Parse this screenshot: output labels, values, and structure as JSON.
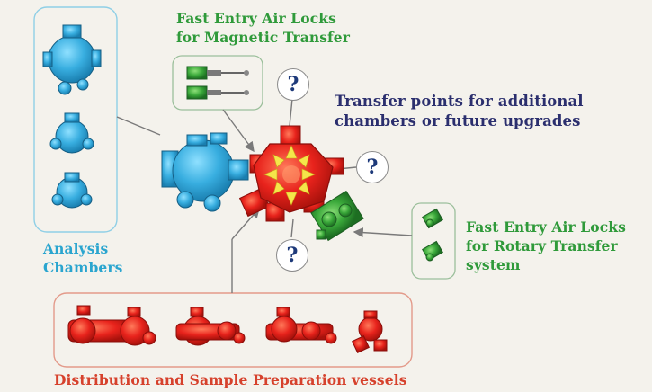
{
  "labels": {
    "fast_entry_magnetic_line1": "Fast Entry Air Locks",
    "fast_entry_magnetic_line2": "for Magnetic Transfer",
    "transfer_points_line1": "Transfer points for additional",
    "transfer_points_line2": "chambers or future upgrades",
    "fast_entry_rotary_line1": "Fast Entry Air Locks",
    "fast_entry_rotary_line2": "for Rotary Transfer",
    "fast_entry_rotary_line3": "system",
    "analysis_line1": "Analysis",
    "analysis_line2": "Chambers",
    "distribution": "Distribution and Sample Preparation vessels"
  },
  "question_marks": [
    "?",
    "?",
    "?"
  ],
  "colors": {
    "background": "#f4f2ec",
    "analysis_chambers": "#3aaee0",
    "central_hub": "#e8231c",
    "rotary_air_locks": "#3aa83a",
    "preparation_vessels": "#e8231c",
    "arrows": "#f5e64a",
    "label_green": "#2f9a3a",
    "label_navy": "#2b2f6e",
    "label_cyan": "#2aa5cf",
    "label_red": "#d6412c"
  }
}
